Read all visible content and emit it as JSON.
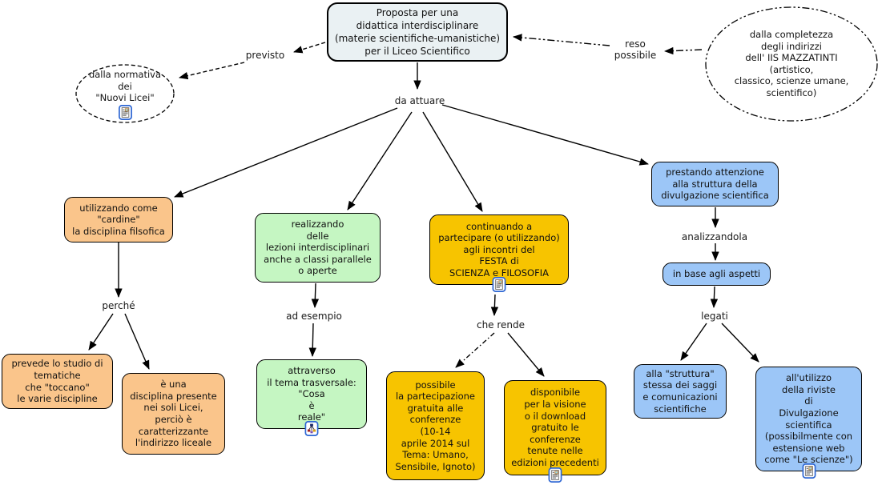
{
  "nodes": {
    "main": {
      "text": "Proposta per una\ndidattica interdisciplinare\n(materie scientifiche-umanistiche)\nper il Liceo Scientifico"
    },
    "normativa": {
      "text": "dalla normativa\ndei\n\"Nuovi Licei\"",
      "icon": "resource-icon"
    },
    "completezza": {
      "text": "dalla completezza\ndegli indirizzi\ndell' IIS MAZZATINTI\n(artistico,\nclassico, scienze umane,\nscientifico)"
    },
    "cardine": {
      "text": "utilizzando come\n\"cardine\"\nla disciplina filsofica"
    },
    "prevede": {
      "text": "prevede lo studio di\ntematiche\nche \"toccano\"\nle varie discipline"
    },
    "disciplina": {
      "text": "è una\ndisciplina presente\nnei soli Licei,\nperciò è\ncaratterizzante\nl'indirizzo liceale"
    },
    "realizzando": {
      "text": "realizzando\ndelle\nlezioni interdisciplinari\nanche a classi parallele\no aperte"
    },
    "attraverso": {
      "text": "attraverso\nil tema trasversale:\n\"Cosa\nè\nreale\"",
      "icon": "concept-map-icon"
    },
    "continuando": {
      "text": "continuando a\npartecipare (o utilizzando)\nagli incontri del\nFESTA di\nSCIENZA e FILOSOFIA",
      "icon": "resource-icon"
    },
    "possibile": {
      "text": "possibile\nla partecipazione\ngratuita alle\nconferenze\n(10-14\naprile 2014 sul\nTema: Umano,\nSensibile, Ignoto)"
    },
    "disponibile": {
      "text": "disponibile\nper la visione\no il download\ngratuito le\nconferenze\ntenute nelle\nedizioni precedenti",
      "icon": "resource-icon"
    },
    "prestando": {
      "text": "prestando attenzione\nalla struttura della\ndivulgazione scientifica"
    },
    "aspetti": {
      "text": "in base agli aspetti"
    },
    "struttura": {
      "text": "alla \"struttura\"\nstessa dei saggi\ne comunicazioni\nscientifiche"
    },
    "utilizzo": {
      "text": "all'utilizzo\ndella riviste\ndi\nDivulgazione\nscientifica\n(possibilmente con\nestensione web\ncome \"Le scienze\")",
      "icon": "resource-icon"
    }
  },
  "links": {
    "previsto": "previsto",
    "reso_possibile": "reso\npossibile",
    "da_attuare": "da attuare",
    "perche": "perché",
    "ad_esempio": "ad esempio",
    "che_rende": "che rende",
    "analizzandola": "analizzandola",
    "legati": "legati"
  },
  "icons": {
    "resource": "resource-icon",
    "concept_map": "concept-map-icon"
  },
  "colors": {
    "node_title": "#EAF1F3",
    "node_orange": "#FAC58B",
    "node_green": "#C5F6C2",
    "node_yellow": "#F7C400",
    "node_blue": "#9CC6F7",
    "line": "#000000",
    "icon_border": "#2E67D3"
  }
}
